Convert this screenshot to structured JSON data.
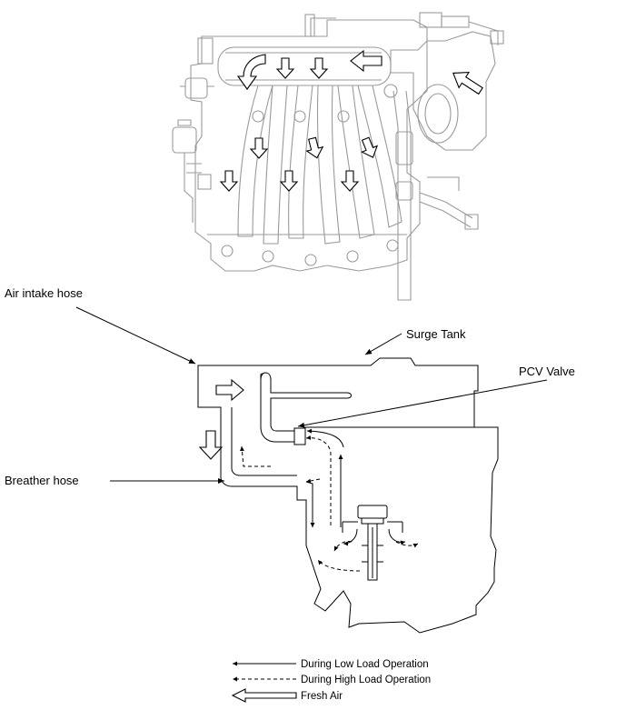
{
  "labels": {
    "air_intake_hose": "Air intake hose",
    "surge_tank": "Surge Tank",
    "pcv_valve": "PCV Valve",
    "breather_hose": "Breather hose"
  },
  "legend": {
    "low_load": "During Low Load Operation",
    "high_load": "During High Load Operation",
    "fresh_air": "Fresh Air"
  }
}
